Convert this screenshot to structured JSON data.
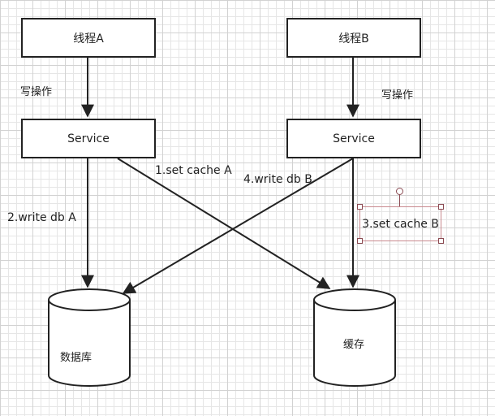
{
  "nodes": {
    "thread_a": "线程A",
    "thread_b": "线程B",
    "service_a": "Service",
    "service_b": "Service",
    "database": "数据库",
    "cache": "缓存"
  },
  "edges": {
    "write_op_a": "写操作",
    "write_op_b": "写操作",
    "set_cache_a": "1.set cache A",
    "write_db_a": "2.write db A",
    "set_cache_b": "3.set cache B",
    "write_db_b": "4.write db B"
  },
  "colors": {
    "stroke": "#222222",
    "selection": "#c98a8f"
  }
}
